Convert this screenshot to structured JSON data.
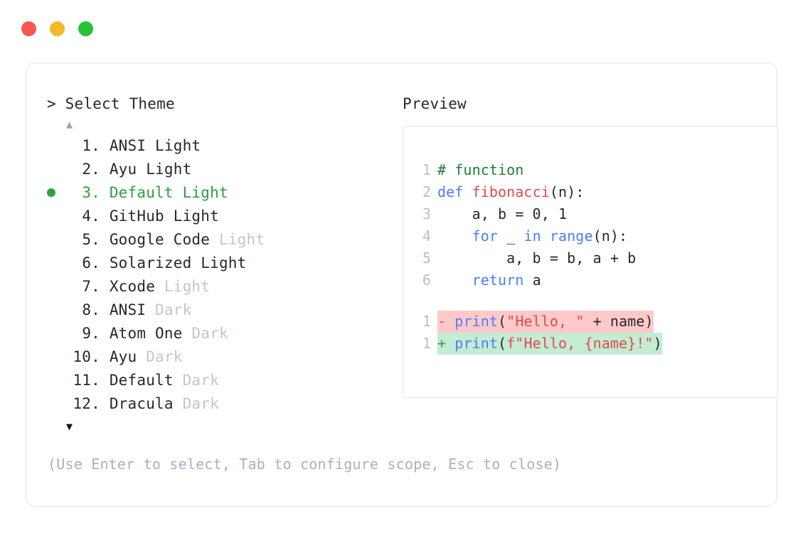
{
  "window": {
    "traffic_lights": [
      {
        "name": "close",
        "color": "#f4584f"
      },
      {
        "name": "minimize",
        "color": "#f5b828"
      },
      {
        "name": "maximize",
        "color": "#25c335"
      }
    ]
  },
  "left_panel": {
    "prompt": "> Select Theme",
    "scroll_up_glyph": "▲",
    "scroll_down_glyph": "▼",
    "selected_index": 3,
    "bullet_glyph": "●",
    "items": [
      {
        "index": "1.",
        "name": "ANSI",
        "variant": " Light",
        "variant_muted": false,
        "selected": false
      },
      {
        "index": "2.",
        "name": "Ayu",
        "variant": " Light",
        "variant_muted": false,
        "selected": false
      },
      {
        "index": "3.",
        "name": "Default",
        "variant": " Light",
        "variant_muted": false,
        "selected": true
      },
      {
        "index": "4.",
        "name": "GitHub",
        "variant": " Light",
        "variant_muted": false,
        "selected": false
      },
      {
        "index": "5.",
        "name": "Google Code",
        "variant": " Light",
        "variant_muted": true,
        "selected": false
      },
      {
        "index": "6.",
        "name": "Solarized",
        "variant": " Light",
        "variant_muted": false,
        "selected": false
      },
      {
        "index": "7.",
        "name": "Xcode",
        "variant": " Light",
        "variant_muted": true,
        "selected": false
      },
      {
        "index": "8.",
        "name": "ANSI",
        "variant": " Dark",
        "variant_muted": true,
        "selected": false
      },
      {
        "index": "9.",
        "name": "Atom One",
        "variant": " Dark",
        "variant_muted": true,
        "selected": false
      },
      {
        "index": "10.",
        "name": "Ayu",
        "variant": " Dark",
        "variant_muted": true,
        "selected": false
      },
      {
        "index": "11.",
        "name": "Default",
        "variant": " Dark",
        "variant_muted": true,
        "selected": false
      },
      {
        "index": "12.",
        "name": "Dracula",
        "variant": " Dark",
        "variant_muted": true,
        "selected": false
      }
    ],
    "footer_hint": "(Use Enter to select, Tab to configure scope, Esc to close)"
  },
  "right_panel": {
    "title": "Preview",
    "code_lines": [
      {
        "number": "1",
        "tokens": [
          {
            "t": "# function",
            "c": "tok-com"
          }
        ]
      },
      {
        "number": "2",
        "tokens": [
          {
            "t": "def ",
            "c": "tok-kw"
          },
          {
            "t": "fibonacci",
            "c": "tok-fn"
          },
          {
            "t": "(n):",
            "c": "tok-punct"
          }
        ]
      },
      {
        "number": "3",
        "tokens": [
          {
            "t": "    a, b = 0, 1",
            "c": "tok-plain"
          }
        ]
      },
      {
        "number": "4",
        "tokens": [
          {
            "t": "    ",
            "c": "tok-plain"
          },
          {
            "t": "for",
            "c": "tok-kw"
          },
          {
            "t": " _ ",
            "c": "tok-plain"
          },
          {
            "t": "in range",
            "c": "tok-kw"
          },
          {
            "t": "(n):",
            "c": "tok-punct"
          }
        ]
      },
      {
        "number": "5",
        "tokens": [
          {
            "t": "        a, b = b, a + b",
            "c": "tok-plain"
          }
        ]
      },
      {
        "number": "6",
        "tokens": [
          {
            "t": "    ",
            "c": "tok-plain"
          },
          {
            "t": "return",
            "c": "tok-kw"
          },
          {
            "t": " a",
            "c": "tok-plain"
          }
        ]
      }
    ],
    "diff_lines": [
      {
        "number": "1",
        "kind": "del",
        "sign": "- ",
        "tokens": [
          {
            "t": "print",
            "c": "tok-fnb"
          },
          {
            "t": "(",
            "c": "tok-punct"
          },
          {
            "t": "\"Hello, \"",
            "c": "tok-str"
          },
          {
            "t": " + name)",
            "c": "tok-plain"
          }
        ]
      },
      {
        "number": "1",
        "kind": "add",
        "sign": "+ ",
        "tokens": [
          {
            "t": "print",
            "c": "tok-fnb"
          },
          {
            "t": "(",
            "c": "tok-punct"
          },
          {
            "t": "f\"Hello, {name}!\"",
            "c": "tok-str"
          },
          {
            "t": ")",
            "c": "tok-punct"
          }
        ]
      }
    ]
  }
}
